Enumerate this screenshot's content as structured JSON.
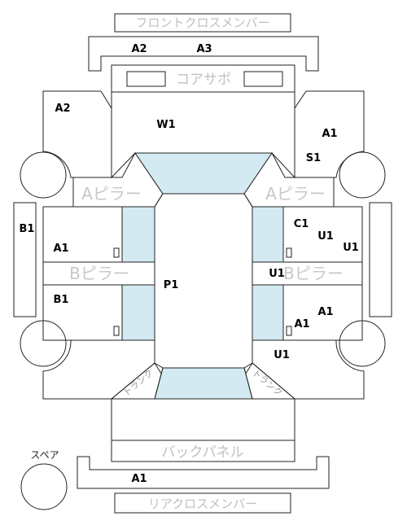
{
  "labels": {
    "front_cross_member": "フロントクロスメンバー",
    "core_support": "コアサポ",
    "a_pillar_left": "Aピラー",
    "a_pillar_right": "Aピラー",
    "b_pillar_left": "Bピラー",
    "b_pillar_right": "Bピラー",
    "back_panel": "バックパネル",
    "rear_cross_member": "リアクロスメンバー",
    "spare": "スペア",
    "trunk_left": "トランク",
    "trunk_right": "トランク"
  },
  "codes": {
    "front_a2": "A2",
    "front_a3": "A3",
    "fender_left_a2": "A2",
    "w1": "W1",
    "fender_right_a1": "A1",
    "fender_right_s1": "S1",
    "b1": "B1",
    "front_door_left_a1": "A1",
    "rear_door_left_b1": "B1",
    "p1": "P1",
    "front_door_right_c1": "C1",
    "front_door_right_u1a": "U1",
    "front_door_right_u1b": "U1",
    "b_pillar_right_u1": "U1",
    "rear_door_right_a1a": "A1",
    "rear_door_right_a1b": "A1",
    "quarter_right_u1": "U1",
    "rear_a1": "A1"
  },
  "colors": {
    "glass": "#d4eaf2",
    "line": "#222222",
    "muted_text": "#c0c0c0"
  }
}
